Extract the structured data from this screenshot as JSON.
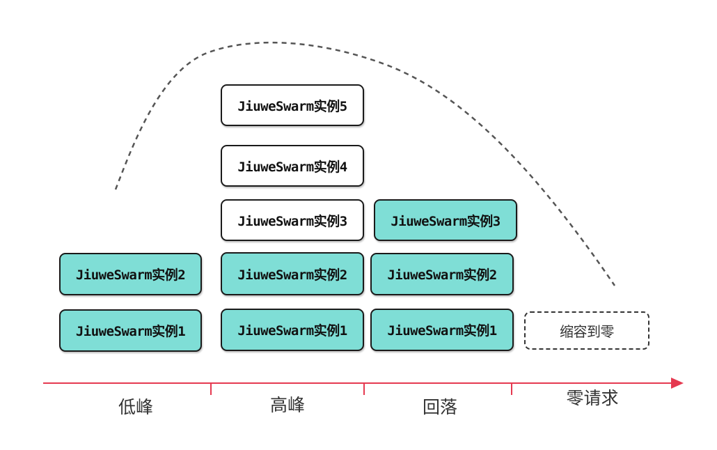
{
  "curve_style": "dashed",
  "colors": {
    "scaled_instance": "#7fded6",
    "idle_instance": "#ffffff",
    "axis": "#e53950",
    "curve": "#555555"
  },
  "columns": [
    {
      "phase": "低峰",
      "instances": [
        {
          "label": "JiuweSwarm实例2",
          "style": "teal"
        },
        {
          "label": "JiuweSwarm实例1",
          "style": "teal"
        }
      ]
    },
    {
      "phase": "高峰",
      "instances": [
        {
          "label": "JiuweSwarm实例5",
          "style": "white"
        },
        {
          "label": "JiuweSwarm实例4",
          "style": "white"
        },
        {
          "label": "JiuweSwarm实例3",
          "style": "white"
        },
        {
          "label": "JiuweSwarm实例2",
          "style": "teal"
        },
        {
          "label": "JiuweSwarm实例1",
          "style": "teal"
        }
      ]
    },
    {
      "phase": "回落",
      "instances": [
        {
          "label": "JiuweSwarm实例3",
          "style": "teal"
        },
        {
          "label": "JiuweSwarm实例2",
          "style": "teal"
        },
        {
          "label": "JiuweSwarm实例1",
          "style": "teal"
        }
      ]
    },
    {
      "phase": "零请求",
      "instances": [
        {
          "label": "缩容到零",
          "style": "dashed"
        }
      ]
    }
  ]
}
